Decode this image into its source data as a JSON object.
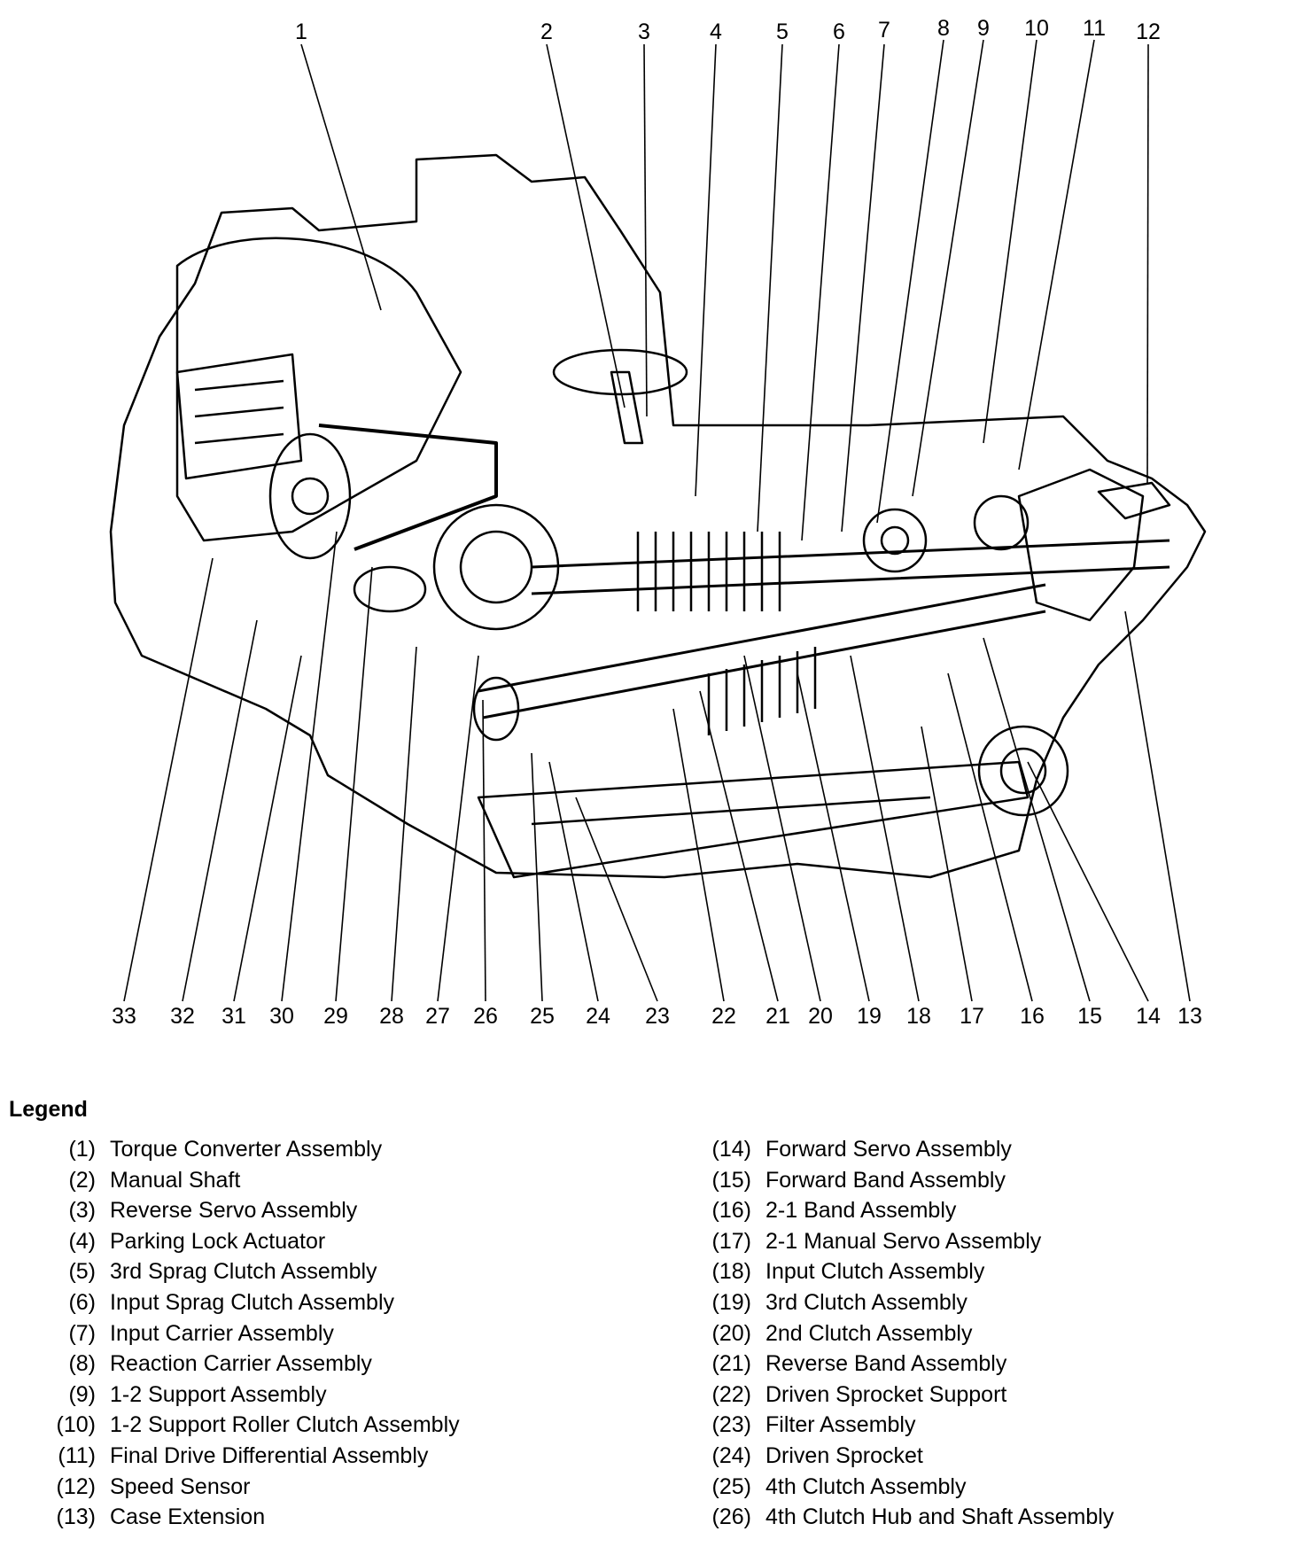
{
  "callouts": {
    "top": [
      "1",
      "2",
      "3",
      "4",
      "5",
      "6",
      "7",
      "8",
      "9",
      "10",
      "11",
      "12"
    ],
    "bottom": [
      "33",
      "32",
      "31",
      "30",
      "29",
      "28",
      "27",
      "26",
      "25",
      "24",
      "23",
      "22",
      "21",
      "20",
      "19",
      "18",
      "17",
      "16",
      "15",
      "14",
      "13"
    ]
  },
  "legend": {
    "title": "Legend",
    "left": [
      {
        "num": "(1)",
        "text": "Torque Converter Assembly"
      },
      {
        "num": "(2)",
        "text": "Manual Shaft"
      },
      {
        "num": "(3)",
        "text": "Reverse Servo Assembly"
      },
      {
        "num": "(4)",
        "text": "Parking Lock Actuator"
      },
      {
        "num": "(5)",
        "text": "3rd Sprag Clutch Assembly"
      },
      {
        "num": "(6)",
        "text": "Input Sprag Clutch Assembly"
      },
      {
        "num": "(7)",
        "text": "Input Carrier Assembly"
      },
      {
        "num": "(8)",
        "text": "Reaction Carrier Assembly"
      },
      {
        "num": "(9)",
        "text": "1-2 Support Assembly"
      },
      {
        "num": "(10)",
        "text": "1-2 Support Roller Clutch Assembly"
      },
      {
        "num": "(11)",
        "text": "Final Drive Differential Assembly"
      },
      {
        "num": "(12)",
        "text": "Speed Sensor"
      },
      {
        "num": "(13)",
        "text": "Case Extension"
      }
    ],
    "right": [
      {
        "num": "(14)",
        "text": "Forward Servo Assembly"
      },
      {
        "num": "(15)",
        "text": "Forward Band Assembly"
      },
      {
        "num": "(16)",
        "text": "2-1 Band Assembly"
      },
      {
        "num": "(17)",
        "text": "2-1 Manual Servo Assembly"
      },
      {
        "num": "(18)",
        "text": "Input Clutch Assembly"
      },
      {
        "num": "(19)",
        "text": "3rd Clutch Assembly"
      },
      {
        "num": "(20)",
        "text": "2nd Clutch Assembly"
      },
      {
        "num": "(21)",
        "text": "Reverse Band Assembly"
      },
      {
        "num": "(22)",
        "text": "Driven Sprocket Support"
      },
      {
        "num": "(23)",
        "text": "Filter Assembly"
      },
      {
        "num": "(24)",
        "text": "Driven Sprocket"
      },
      {
        "num": "(25)",
        "text": "4th Clutch Assembly"
      },
      {
        "num": "(26)",
        "text": "4th Clutch Hub and Shaft Assembly"
      }
    ]
  }
}
